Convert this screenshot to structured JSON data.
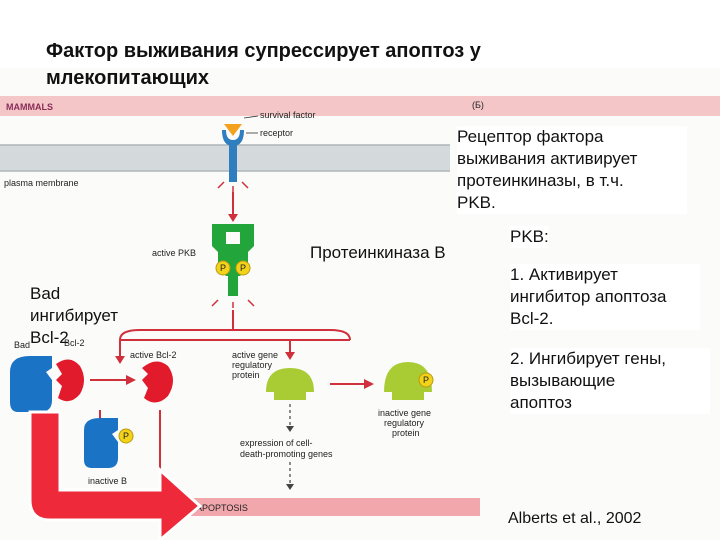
{
  "slide": {
    "title": "Фактор выживания супрессирует апоптоз у млекопитающих",
    "citation": "Alberts et al., 2002"
  },
  "figure": {
    "panel_label": "MAMMALS",
    "panel_letter": "(Б)",
    "labels": {
      "survival_factor": "survival factor",
      "receptor": "receptor",
      "plasma_membrane": "plasma membrane",
      "active_pkb": "active PKB",
      "bad": "Bad",
      "bcl2": "Bcl-2",
      "active_bcl2": "active Bcl-2",
      "active_gene_regulatory_protein": [
        "active gene",
        "regulatory",
        "protein"
      ],
      "inactive_gene_regulatory_protein": [
        "inactive gene",
        "regulatory",
        "protein"
      ],
      "expression": [
        "expression of cell-",
        "death-promoting genes"
      ],
      "inactive_bad": "inactive B",
      "apoptosis": "APOPTOSIS",
      "p": "P"
    }
  },
  "annotations": {
    "receptor_note": [
      "Рецептор фактора",
      "выживания активирует",
      "протеинкиназы, в т.ч.",
      "PKB."
    ],
    "pkb_label": "Протеинкиназа В",
    "pkb_heading": "PKB:",
    "pkb_point1": [
      "1. Активирует",
      "ингибитор апоптоза",
      "Bcl-2."
    ],
    "pkb_point2": [
      "2. Ингибирует гены,",
      "вызывающие",
      "апоптоз"
    ],
    "bad_note": [
      "Bad",
      "ингибирует",
      "Bcl-2"
    ]
  },
  "colors": {
    "pink_band": "#f4c6c8",
    "membrane": "#d4dadc",
    "receptor_blue": "#2f7fc0",
    "pkb_green": "#22a53a",
    "gene_protein_green": "#a9cc35",
    "bcl2_red": "#e11b2b",
    "bad_blue": "#1a73c4",
    "phosphate_yellow": "#f3d21a",
    "arrow_red": "#d0303c",
    "apoptosis_bar": "#f2a7ad"
  }
}
